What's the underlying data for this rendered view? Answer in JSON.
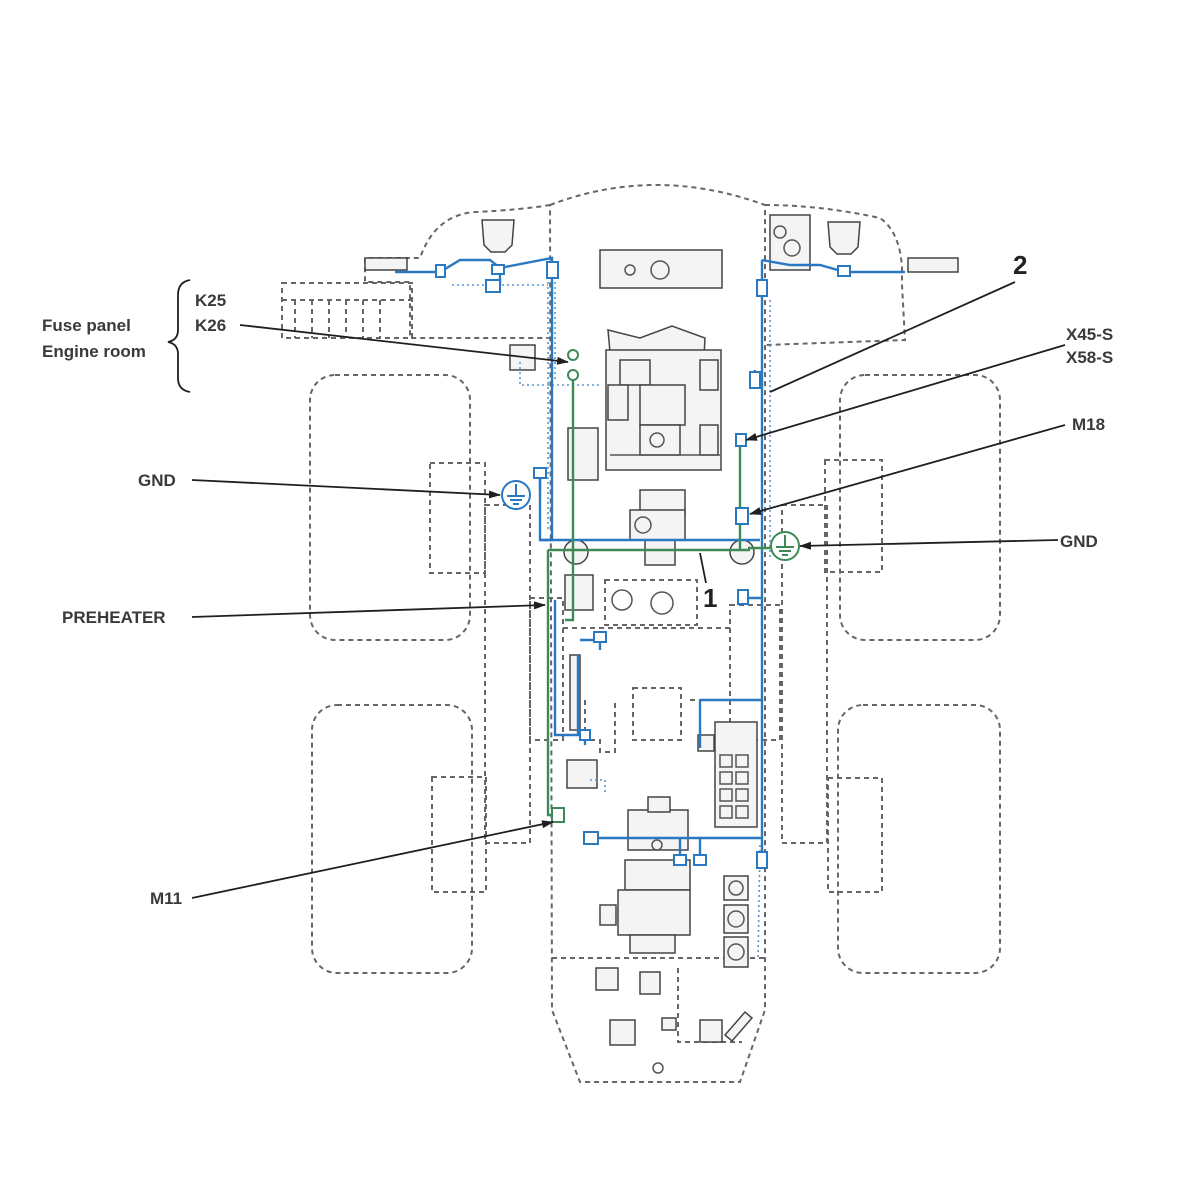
{
  "labels": {
    "fuse_panel": "Fuse panel",
    "engine_room": "Engine room",
    "k25": "K25",
    "k26": "K26",
    "gnd_left": "GND",
    "gnd_right": "GND",
    "preheater": "PREHEATER",
    "m11": "M11",
    "m18": "M18",
    "x45s": "X45-S",
    "x58s": "X58-S",
    "callout_1": "1",
    "callout_2": "2"
  },
  "colors": {
    "harness_blue": "#2b78c2",
    "harness_green": "#3e8a56",
    "outline_gray": "#666666",
    "label_text": "#3a3a3a"
  }
}
